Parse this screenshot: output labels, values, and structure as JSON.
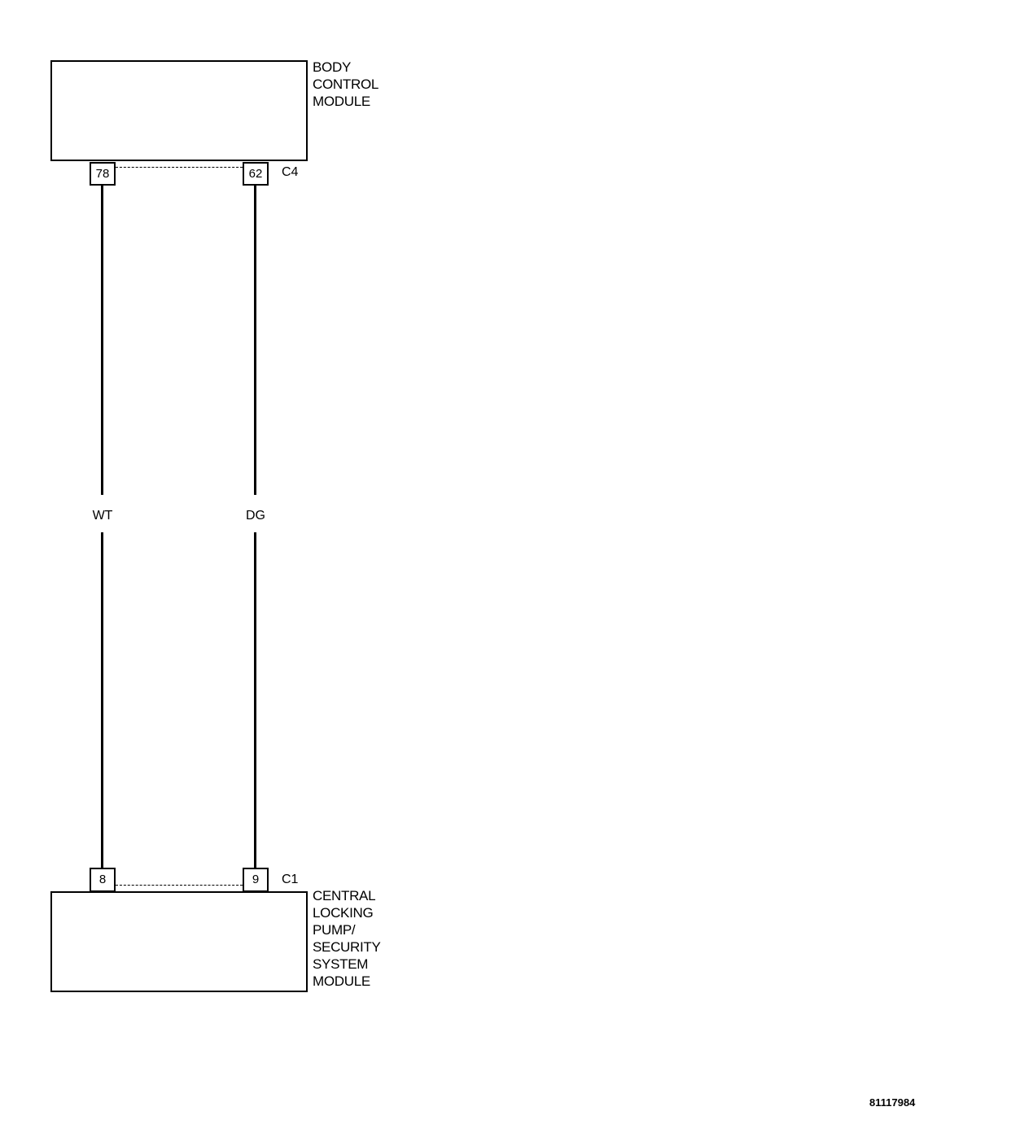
{
  "modules": {
    "top": {
      "label_lines": [
        "BODY",
        "CONTROL",
        "MODULE"
      ],
      "connector": "C4",
      "pins": [
        "78",
        "62"
      ]
    },
    "bottom": {
      "label_lines": [
        "CENTRAL",
        "LOCKING",
        "PUMP/",
        "SECURITY",
        "SYSTEM",
        "MODULE"
      ],
      "connector": "C1",
      "pins": [
        "8",
        "9"
      ]
    }
  },
  "wires": [
    {
      "color_code": "WT"
    },
    {
      "color_code": "DG"
    }
  ],
  "figure_id": "81117984"
}
